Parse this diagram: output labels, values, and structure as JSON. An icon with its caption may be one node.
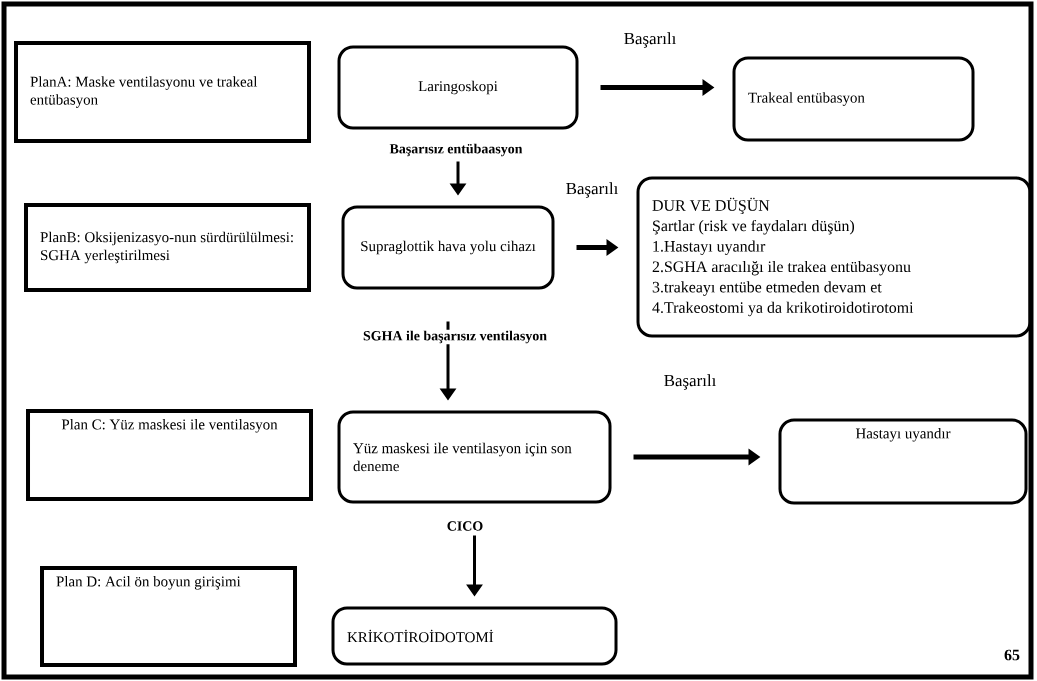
{
  "diagram": {
    "nodes": [
      {
        "text": [
          "PlanA: Maske ventilasyonu ve trakeal entübasyon"
        ]
      },
      {
        "text": [
          "Laringoskopi"
        ]
      },
      {
        "text": [
          "Trakeal entübasyon"
        ]
      },
      {
        "text": [
          "PlanB: Oksijenizasyo-nun sürdürülülmesi: SGHA yerleştirilmesi"
        ]
      },
      {
        "text": [
          "Supraglottik hava yolu cihazı"
        ]
      },
      {
        "text": [
          "DUR  VE DÜŞÜN",
          "Şartlar (risk ve faydaları düşün)",
          "1.Hastayı uyandır",
          "2.SGHA aracılığı ile trakea entübasyonu",
          "3.trakeayı entübe etmeden devam et",
          "4.Trakeostomi ya da krikotiroidotirotomi"
        ]
      },
      {
        "text": [
          "Plan C: Yüz maskesi ile ventilasyon"
        ]
      },
      {
        "text": [
          "Yüz maskesi ile ventilasyon için son deneme"
        ]
      },
      {
        "text": [
          "Hastayı uyandır"
        ]
      },
      {
        "text": [
          "Plan D: Acil ön boyun girişimi"
        ]
      },
      {
        "text": [
          "KRİKOTİROİDOTOMİ"
        ]
      }
    ],
    "edges": [
      {
        "from": 1,
        "to": 2,
        "arrow": "to",
        "label": "Başarılı"
      },
      {
        "from": 1,
        "to": 4,
        "arrow": "to",
        "label": "Başarısız entübaasyon"
      },
      {
        "from": 4,
        "to": 5,
        "arrow": "to",
        "label": "Başarılı"
      },
      {
        "from": 4,
        "to": 7,
        "arrow": "to",
        "label": "SGHA ile başarısız ventilasyon"
      },
      {
        "from": 7,
        "to": 8,
        "arrow": "to",
        "label": "Başarılı"
      },
      {
        "from": 7,
        "to": 10,
        "arrow": "to",
        "label": "CICO"
      }
    ],
    "labels": [
      "65"
    ]
  }
}
